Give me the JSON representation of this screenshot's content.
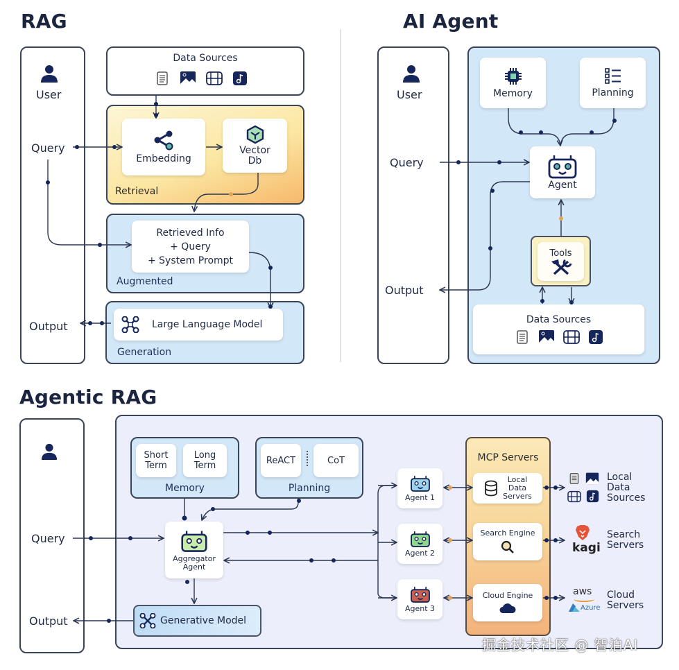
{
  "rag": {
    "title": "RAG",
    "user_label": "User",
    "query_label": "Query",
    "output_label": "Output",
    "data_sources": {
      "label": "Data Sources",
      "icons": [
        "document-icon",
        "image-icon",
        "video-icon",
        "music-icon"
      ]
    },
    "retrieval": {
      "group_label": "Retrieval",
      "embedding_label": "Embedding",
      "vector_db_label": "Vector\nDb"
    },
    "augmented": {
      "group_label": "Augmented",
      "lines": [
        "Retrieved Info",
        "+ Query",
        "+ System Prompt"
      ]
    },
    "generation": {
      "group_label": "Generation",
      "llm_label": "Large Language Model"
    }
  },
  "ai_agent": {
    "title": "AI Agent",
    "user_label": "User",
    "query_label": "Query",
    "output_label": "Output",
    "memory_label": "Memory",
    "planning_label": "Planning",
    "agent_label": "Agent",
    "tools_label": "Tools",
    "data_sources_label": "Data Sources"
  },
  "agentic_rag": {
    "title": "Agentic RAG",
    "query_label": "Query",
    "output_label": "Output",
    "memory": {
      "group_label": "Memory",
      "short_term": "Short\nTerm",
      "long_term": "Long\nTerm"
    },
    "planning": {
      "group_label": "Planning",
      "react": "ReACT",
      "cot": "CoT"
    },
    "aggregator_label": "Aggregator\nAgent",
    "generative_model_label": "Generative Model",
    "agents": [
      {
        "label": "Agent 1",
        "color": "#9fd3ea"
      },
      {
        "label": "Agent 2",
        "color": "#8fd68f"
      },
      {
        "label": "Agent 3",
        "color": "#c9604f"
      }
    ],
    "mcp": {
      "title": "MCP Servers",
      "servers": [
        {
          "label": "Local\nData\nServers"
        },
        {
          "label": "Search Engine"
        },
        {
          "label": "Cloud Engine"
        }
      ]
    },
    "external": [
      {
        "label": "Local\nData\nSources"
      },
      {
        "label": "Search\nServers",
        "logo_text": "kagi"
      },
      {
        "label": "Cloud\nServers",
        "logo_text_1": "aws",
        "logo_text_2": "Azure"
      }
    ]
  },
  "watermark": "掘金技术社区 @ 智泊AI",
  "colors": {
    "navy": "#16265a",
    "retrieval_bg_start": "#fdf3c8",
    "retrieval_bg_end": "#f8c27a",
    "blue_panel": "#d2e7f8",
    "lavender_panel": "#eceefb",
    "mcp_bg_start": "#fbe9b8",
    "mcp_bg_end": "#f3b27c",
    "orange_dot": "#e1a45a"
  }
}
